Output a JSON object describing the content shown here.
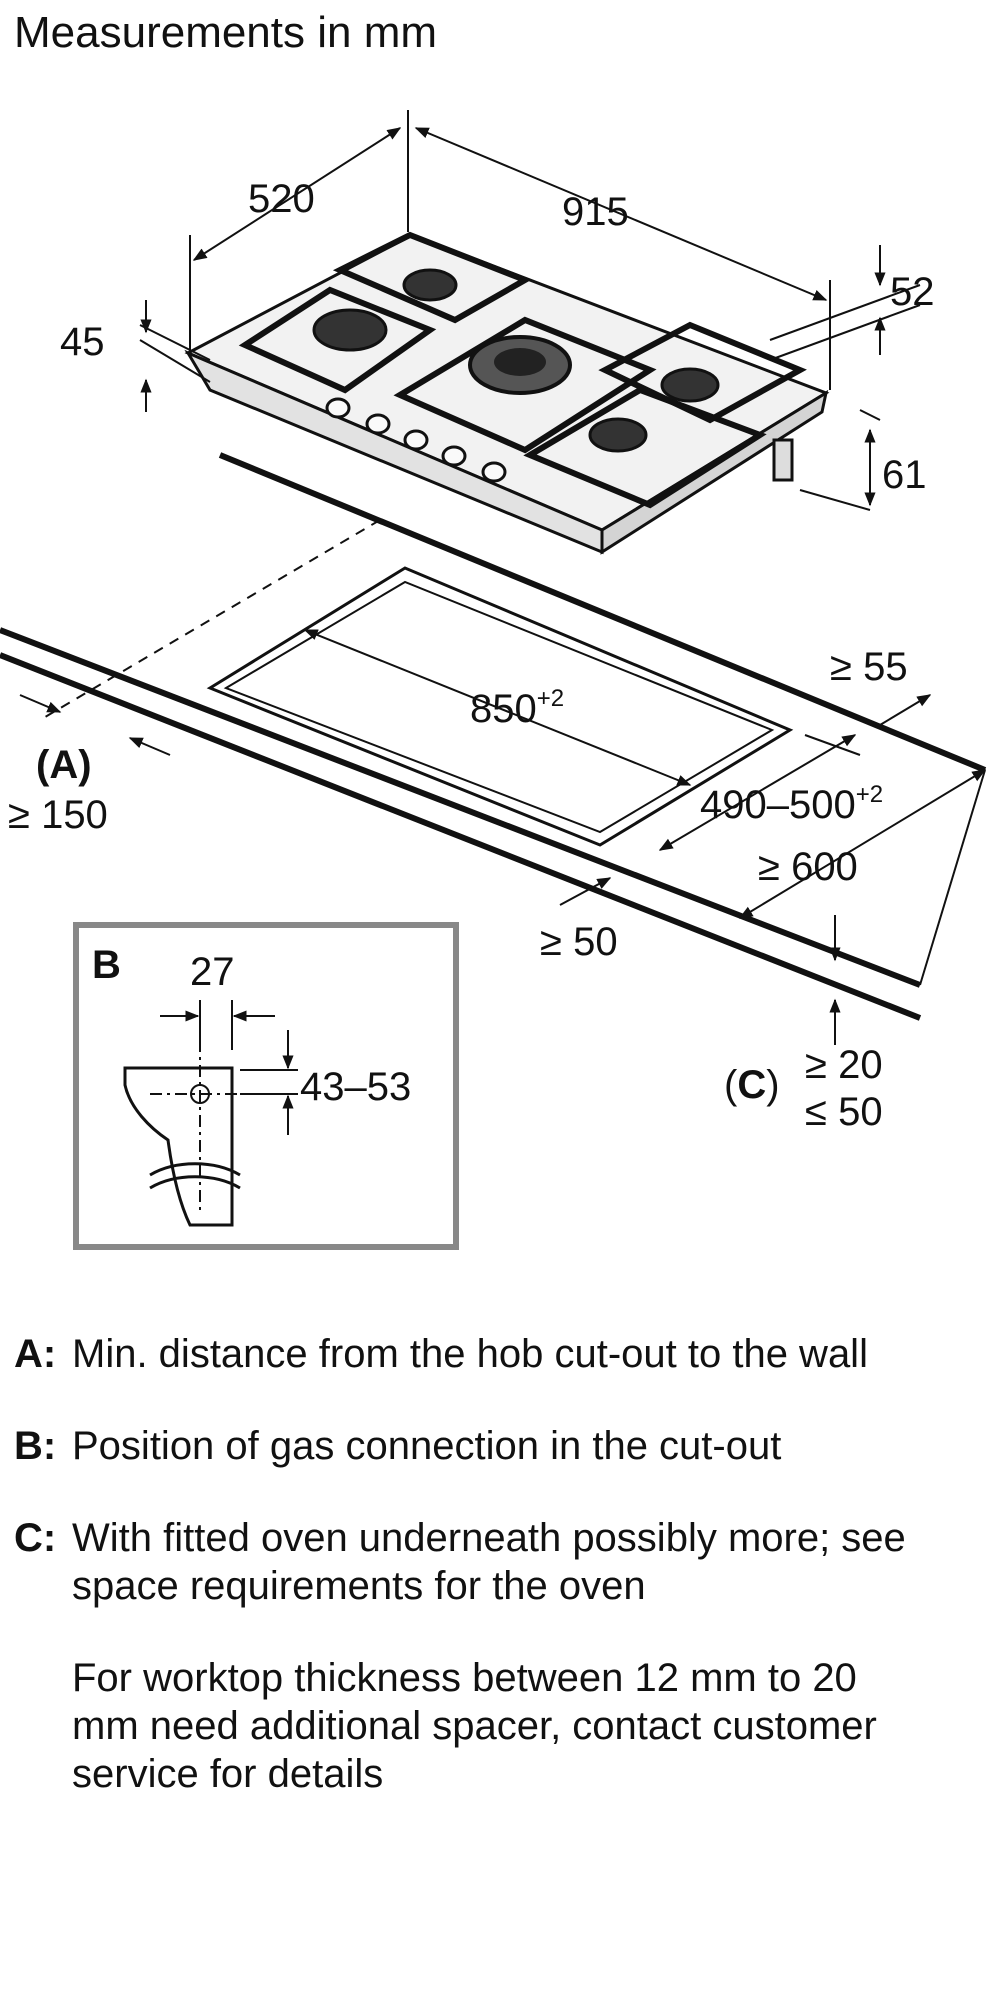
{
  "title": "Measurements in mm",
  "dimensions": {
    "depth": "520",
    "width": "915",
    "edge_thickness": "45",
    "frame_height": "52",
    "total_height": "61",
    "cutout_width": "850",
    "cutout_width_tol": "+2",
    "cutout_depth": "490–500",
    "cutout_depth_tol": "+2",
    "rear_min": "≥ 55",
    "wall_min": "≥ 150",
    "worktop_depth_min": "≥ 600",
    "front_min": "≥ 50",
    "thickness_min": "≥ 20",
    "thickness_max": "≤ 50"
  },
  "labels": {
    "a": "(A)",
    "c_open": "(",
    "c_letter": "C",
    "c_close": ")",
    "b": "B",
    "b_width": "27",
    "b_height": "43–53"
  },
  "notes": [
    {
      "key": "A:",
      "text": "Min. distance from the hob cut-out to the wall"
    },
    {
      "key": "B:",
      "text": "Position of gas connection in the cut-out"
    },
    {
      "key": "C:",
      "text": "With fitted oven underneath possibly more; see space requirements for the oven"
    }
  ],
  "extra_note": "For worktop thickness between 12 mm to 20 mm need additional spacer, contact customer service for details"
}
